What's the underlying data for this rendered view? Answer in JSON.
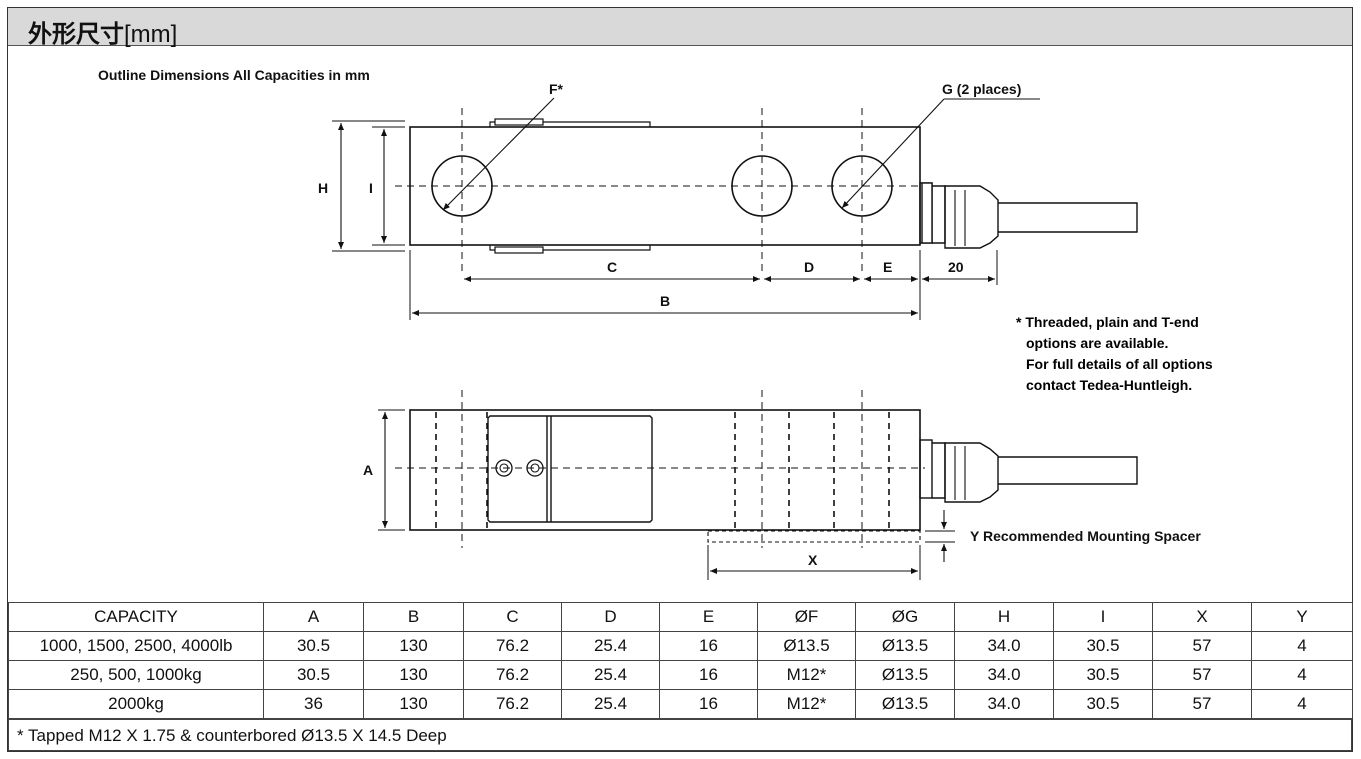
{
  "header": {
    "title": "外形尺寸",
    "unit": "[mm]"
  },
  "diagram": {
    "subtitle": "Outline Dimensions All Capacities in mm",
    "labels": {
      "F": "F*",
      "G": "G (2 places)",
      "H": "H",
      "I": "I",
      "C": "C",
      "D": "D",
      "E": "E",
      "twenty": "20",
      "B": "B",
      "A": "A",
      "X": "X",
      "spacer": "Y Recommended Mounting Spacer"
    },
    "note_lines": [
      "* Threaded, plain and T-end",
      "options are available.",
      "For full details of all options",
      "contact Tedea-Huntleigh."
    ]
  },
  "table": {
    "headers": [
      "CAPACITY",
      "A",
      "B",
      "C",
      "D",
      "E",
      "ØF",
      "ØG",
      "H",
      "I",
      "X",
      "Y"
    ],
    "rows": [
      [
        "1000, 1500, 2500, 4000lb",
        "30.5",
        "130",
        "76.2",
        "25.4",
        "16",
        "Ø13.5",
        "Ø13.5",
        "34.0",
        "30.5",
        "57",
        "4"
      ],
      [
        "250, 500, 1000kg",
        "30.5",
        "130",
        "76.2",
        "25.4",
        "16",
        "M12*",
        "Ø13.5",
        "34.0",
        "30.5",
        "57",
        "4"
      ],
      [
        "2000kg",
        "36",
        "130",
        "76.2",
        "25.4",
        "16",
        "M12*",
        "Ø13.5",
        "34.0",
        "30.5",
        "57",
        "4"
      ]
    ],
    "footnote": "* Tapped M12 X 1.75 & counterbored Ø13.5 X 14.5 Deep"
  }
}
